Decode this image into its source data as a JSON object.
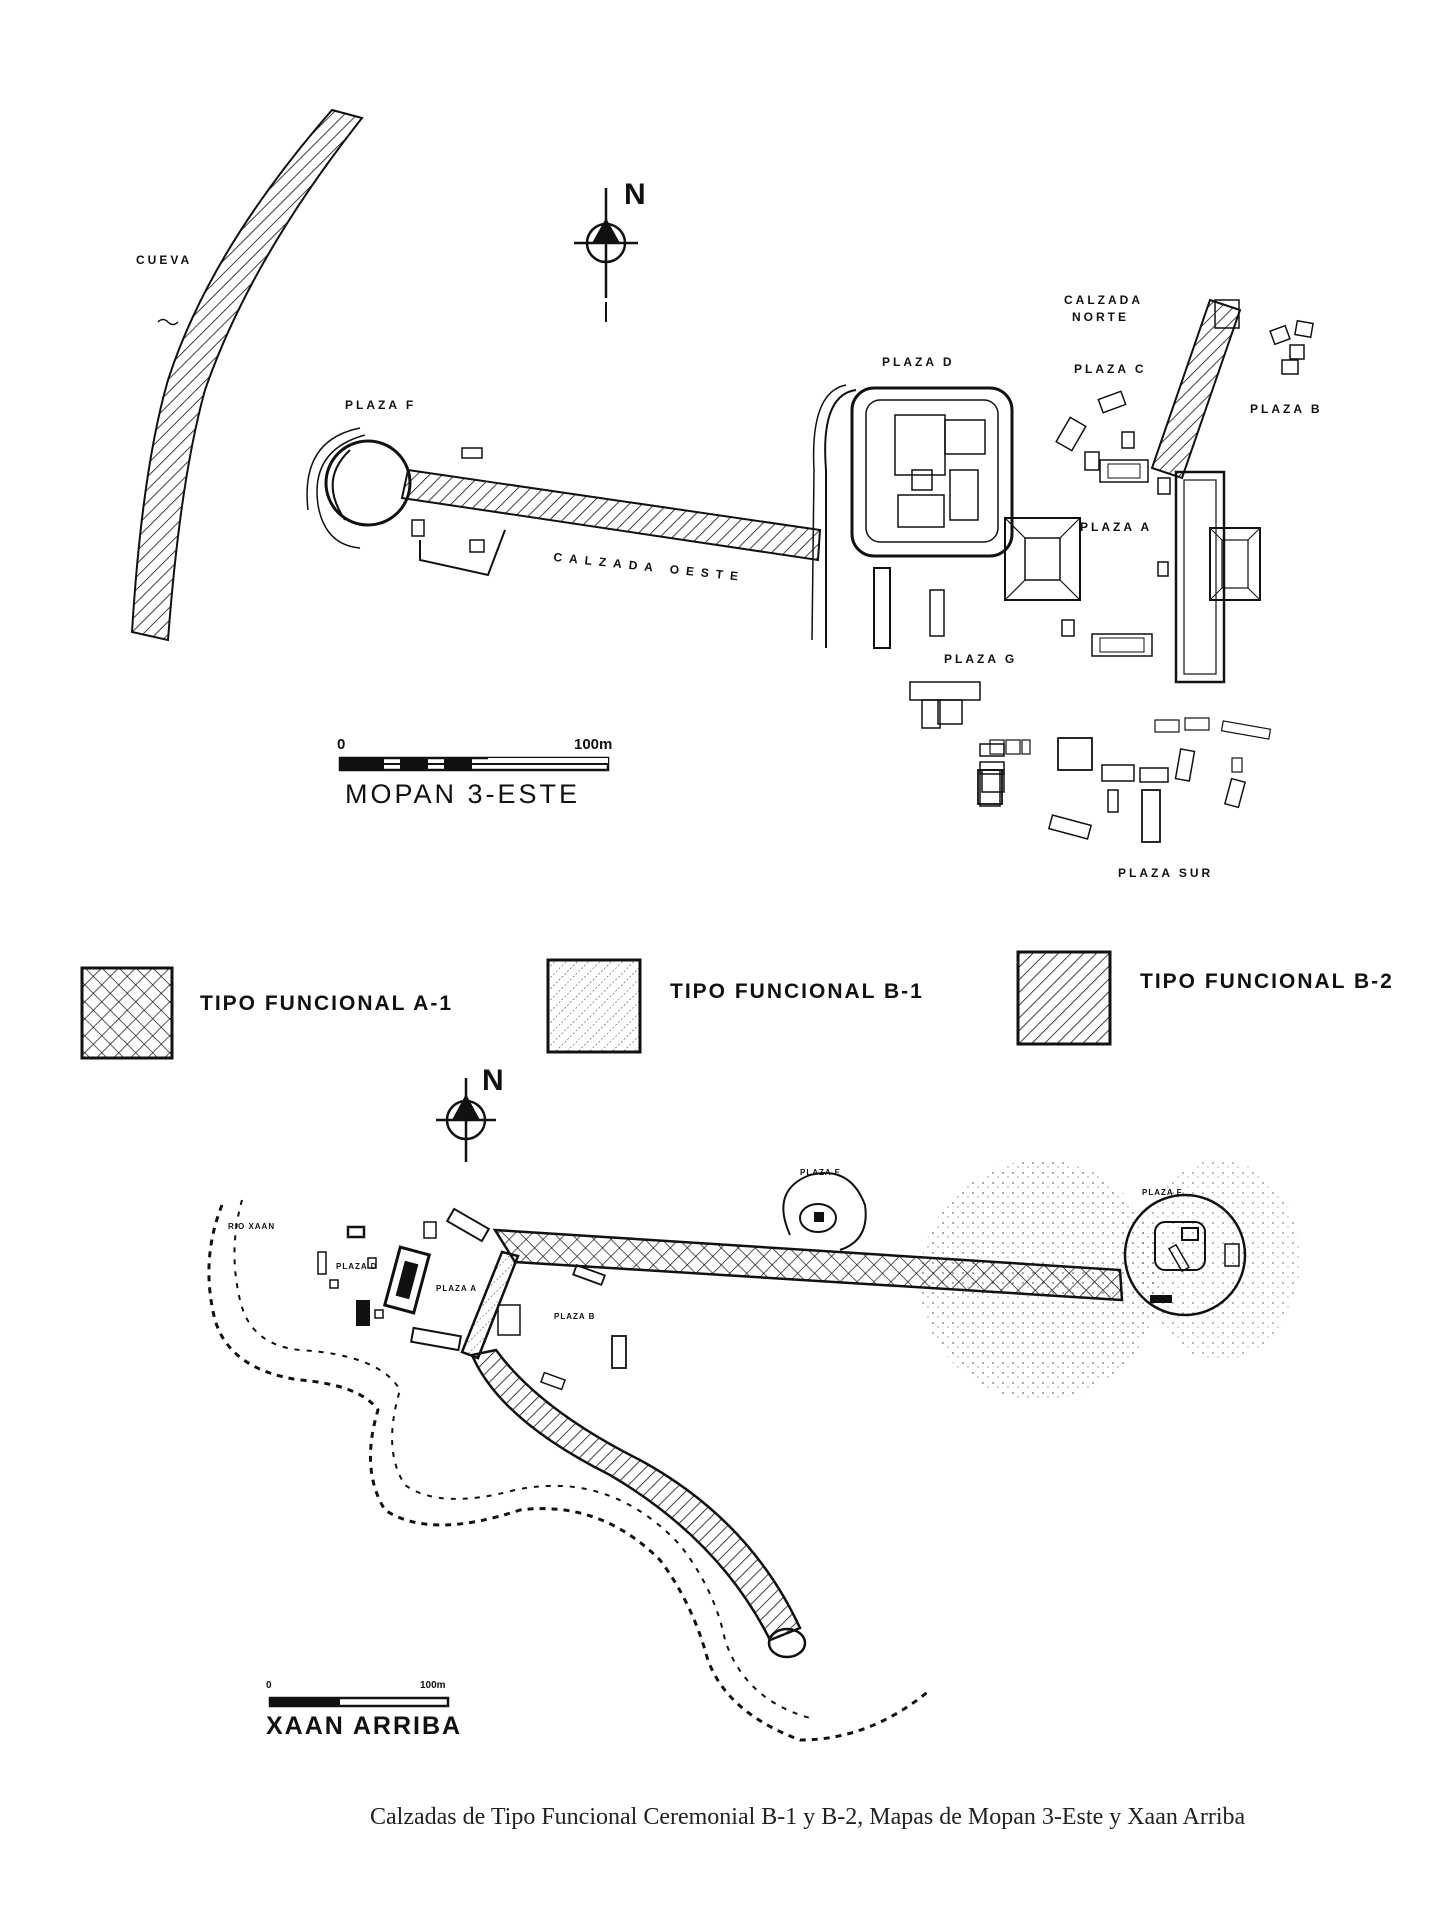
{
  "mopan": {
    "title": "MOPAN 3-ESTE",
    "north": "N",
    "scale": {
      "start": "0",
      "end": "100m"
    },
    "labels": {
      "cueva": "CUEVA",
      "plaza_f": "PLAZA F",
      "calzada_oeste": "CALZADA OESTE",
      "plaza_d": "PLAZA D",
      "calzada_norte_1": "CALZADA",
      "calzada_norte_2": "NORTE",
      "plaza_c": "PLAZA C",
      "plaza_b": "PLAZA B",
      "plaza_a": "PLAZA A",
      "plaza_g": "PLAZA G",
      "plaza_sur": "PLAZA SUR"
    }
  },
  "legend": [
    {
      "label": "TIPO FUNCIONAL  A-1",
      "pattern": "crosshatch"
    },
    {
      "label": "TIPO FUNCIONAL  B-1",
      "pattern": "dotted-hatch"
    },
    {
      "label": "TIPO FUNCIONAL B-2",
      "pattern": "diagonal-hatch"
    }
  ],
  "xaan": {
    "title": "XAAN ARRIBA",
    "north": "N",
    "scale": {
      "start": "0",
      "end": "100m"
    },
    "labels": {
      "rio_xaan": "RIO XAAN",
      "plaza_d": "PLAZA D",
      "plaza_a": "PLAZA A",
      "plaza_b": "PLAZA B",
      "plaza_e": "PLAZA E",
      "plaza_f": "PLAZA F"
    }
  },
  "caption": "Calzadas de Tipo Funcional Ceremonial B-1 y B-2, Mapas de Mopan 3-Este y Xaan Arriba",
  "colors": {
    "ink": "#111111",
    "paper": "#ffffff"
  }
}
